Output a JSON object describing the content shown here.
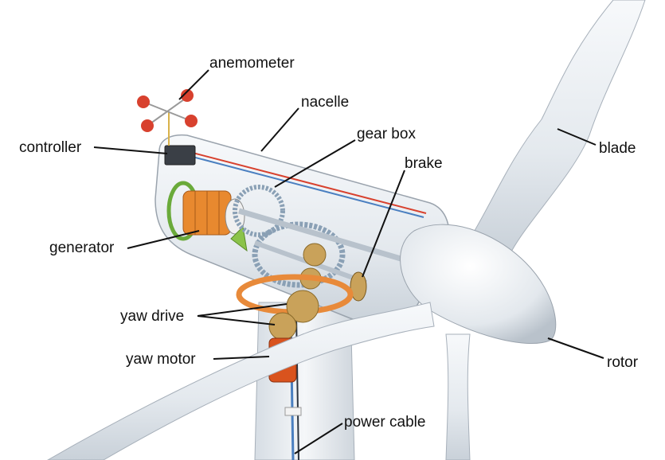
{
  "labels": {
    "anemometer": "anemometer",
    "nacelle": "nacelle",
    "controller": "controller",
    "gear_box": "gear box",
    "brake": "brake",
    "blade": "blade",
    "generator": "generator",
    "yaw_drive": "yaw drive",
    "yaw_motor": "yaw motor",
    "rotor": "rotor",
    "power_cable": "power cable"
  },
  "colors": {
    "body": "#e9edf1",
    "outline": "#9aa3ad",
    "generator": "#e8892f",
    "gear": "#c9a25a",
    "ring": "#e88a3a",
    "motor": "#d9531e",
    "wire_red": "#d8412e",
    "wire_blue": "#4a7fc0",
    "green": "#6aaa3a"
  }
}
